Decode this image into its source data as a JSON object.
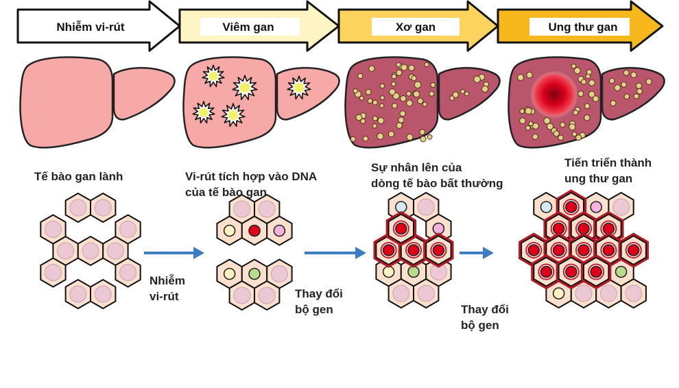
{
  "stages": [
    {
      "label": "Nhiễm vi-rút",
      "fill": "#ffffff"
    },
    {
      "label": "Viêm gan",
      "fill": "#fff4c4"
    },
    {
      "label": "Xơ gan",
      "fill": "#fcd35c"
    },
    {
      "label": "Ung thư gan",
      "fill": "#f6b81c"
    }
  ],
  "liver_captions": [
    {
      "lines": [
        "Tế bào gan lành"
      ]
    },
    {
      "lines": [
        "Vi-rút tích hợp vào DNA",
        "của tế bào gan"
      ]
    },
    {
      "lines": [
        "Sự nhân lên của",
        "dòng tế bào bất thường"
      ]
    },
    {
      "lines": [
        "Tiến triển thành",
        "ung thư gan"
      ]
    }
  ],
  "transitions": [
    {
      "lines": [
        "Nhiễm",
        "vi-rút"
      ]
    },
    {
      "lines": [
        "Thay đổi",
        "bộ gen"
      ]
    },
    {
      "lines": [
        "Thay đổi",
        "bộ gen"
      ]
    }
  ],
  "colors": {
    "liver_healthy": "#f7a9a8",
    "liver_cirrhosis": "#b9566c",
    "nodule": "#ded38a",
    "tumor": "#d00020",
    "hex_fill": "#fbe1cd",
    "nucleus": "#ebc8d4",
    "abnormal_border": "#c21c2a",
    "arrow_blue": "#3d7dc4"
  }
}
